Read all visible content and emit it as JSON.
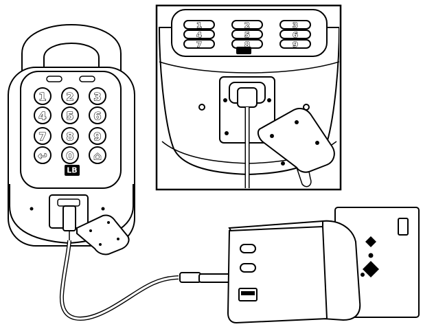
{
  "keypad": {
    "keys": [
      "1",
      "2",
      "3",
      "4",
      "5",
      "6",
      "7",
      "8",
      "9",
      "↩",
      "0",
      "⌂"
    ],
    "logo": "LB",
    "zoom_keys": [
      "1",
      "2",
      "3",
      "4",
      "5",
      "6",
      "7",
      "8",
      "9"
    ]
  },
  "icons": {
    "lock": "padlock-keypad-icon",
    "charger": "usb-c-wall-charger-icon",
    "socket": "wall-socket-icon",
    "cover": "rubber-port-cover-icon",
    "cable": "usb-c-cable-icon"
  },
  "colors": {
    "line": "#000000",
    "fill": "#ffffff",
    "shadow": "#dddddd"
  }
}
